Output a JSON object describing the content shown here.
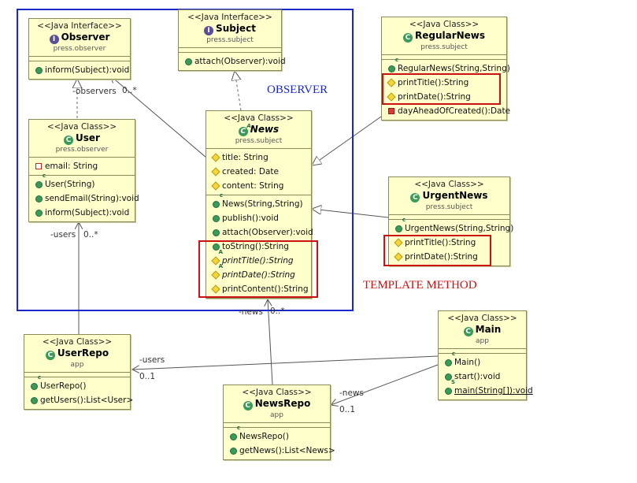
{
  "colors": {
    "frame_blue": "#1a28c8",
    "highlight_red": "#cc1111",
    "class_fill": "#ffffcc"
  },
  "annotations": {
    "observer": "OBSERVER",
    "template_method": "TEMPLATE METHOD"
  },
  "classes": {
    "observer": {
      "stereotype": "<<Java Interface>>",
      "name": "Observer",
      "package": "press.observer",
      "type_icon": "I",
      "methods": [
        "inform(Subject):void"
      ]
    },
    "subject": {
      "stereotype": "<<Java Interface>>",
      "name": "Subject",
      "package": "press.subject",
      "type_icon": "I",
      "methods": [
        "attach(Observer):void"
      ]
    },
    "user": {
      "stereotype": "<<Java Class>>",
      "name": "User",
      "package": "press.observer",
      "type_icon": "C",
      "fields": [
        "email: String"
      ],
      "methods": [
        "User(String)",
        "sendEmail(String):void",
        "inform(Subject):void"
      ]
    },
    "news": {
      "stereotype": "<<Java Class>>",
      "name": "News",
      "package": "press.subject",
      "type_icon": "C",
      "fields": [
        "title: String",
        "created: Date",
        "content: String"
      ],
      "methods": [
        "News(String,String)",
        "publish():void",
        "attach(Observer):void",
        "toString():String",
        "printTitle():String",
        "printDate():String",
        "printContent():String"
      ]
    },
    "regular_news": {
      "stereotype": "<<Java Class>>",
      "name": "RegularNews",
      "package": "press.subject",
      "type_icon": "C",
      "methods": [
        "RegularNews(String,String)",
        "printTitle():String",
        "printDate():String",
        "dayAheadOfCreated():Date"
      ]
    },
    "urgent_news": {
      "stereotype": "<<Java Class>>",
      "name": "UrgentNews",
      "package": "press.subject",
      "type_icon": "C",
      "methods": [
        "UrgentNews(String,String)",
        "printTitle():String",
        "printDate():String"
      ]
    },
    "user_repo": {
      "stereotype": "<<Java Class>>",
      "name": "UserRepo",
      "package": "app",
      "type_icon": "C",
      "methods": [
        "UserRepo()",
        "getUsers():List<User>"
      ]
    },
    "news_repo": {
      "stereotype": "<<Java Class>>",
      "name": "NewsRepo",
      "package": "app",
      "type_icon": "C",
      "methods": [
        "NewsRepo()",
        "getNews():List<News>"
      ]
    },
    "main": {
      "stereotype": "<<Java Class>>",
      "name": "Main",
      "package": "app",
      "type_icon": "C",
      "methods": [
        "Main()",
        "start():void",
        "main(String[]):void"
      ]
    }
  },
  "edge_labels": {
    "observers": "-observers",
    "observers_mult": "0..*",
    "users": "-users",
    "users_mult": "0..*",
    "news": "-news",
    "news_mult": "0..*",
    "main_users": "-users",
    "main_users_mult": "0..1",
    "main_news": "-news",
    "main_news_mult": "0..1"
  }
}
